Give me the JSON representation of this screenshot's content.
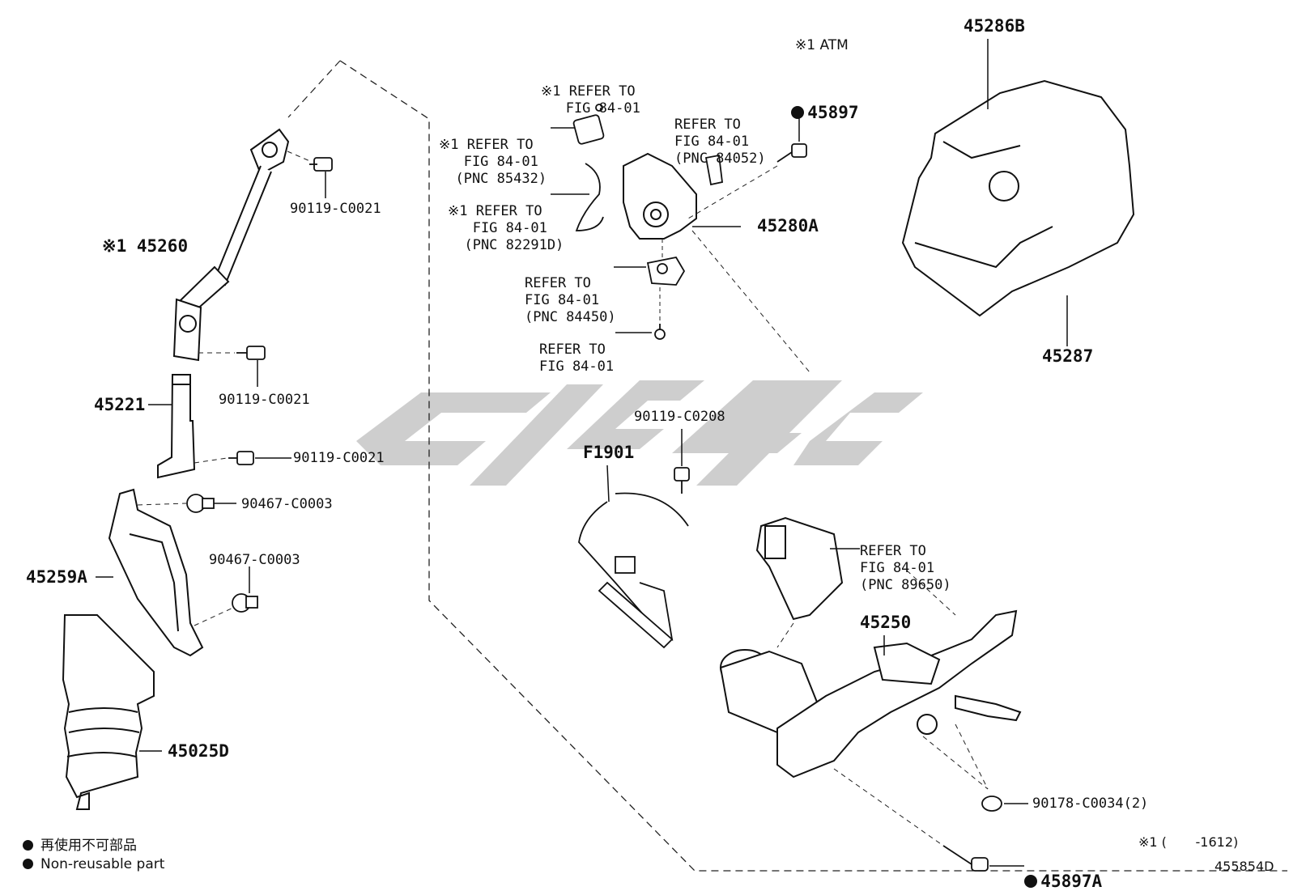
{
  "note_atm": "※1 ATM",
  "parts": {
    "p45286B": "45286B",
    "p45287": "45287",
    "p45897": "45897",
    "p45280A": "45280A",
    "p45260": "※1 45260",
    "p90119_a": "90119-C0021",
    "p90119_b": "90119-C0021",
    "p90119_c": "90119-C0021",
    "p45221": "45221",
    "p90467_a": "90467-C0003",
    "p90467_b": "90467-C0003",
    "p45259A": "45259A",
    "p45025D": "45025D",
    "p90119_C0208": "90119-C0208",
    "pF1901": "F1901",
    "p45250": "45250",
    "p90178": "90178-C0034(2)",
    "p45897A": "45897A"
  },
  "refs": {
    "r1": [
      "※1 REFER TO",
      "   FIG 84-01"
    ],
    "r2": [
      "※1 REFER TO",
      "   FIG 84-01",
      "  (PNC 85432)"
    ],
    "r3": [
      "※1 REFER TO",
      "   FIG 84-01",
      "  (PNC 82291D)"
    ],
    "r4": [
      "REFER TO",
      "FIG 84-01",
      "(PNC 84052)"
    ],
    "r5": [
      "REFER TO",
      "FIG 84-01",
      "(PNC 84450)"
    ],
    "r6": [
      "REFER TO",
      "FIG 84-01"
    ],
    "r7": [
      "REFER TO",
      "FIG 84-01",
      "(PNC 89650)"
    ]
  },
  "legend": {
    "line_jp": "再使用不可部品",
    "line_en": "Non-reusable part"
  },
  "footnote": "※1 (       -1612)",
  "figure_code": "455854D",
  "watermark_color": "#c8c8c8"
}
